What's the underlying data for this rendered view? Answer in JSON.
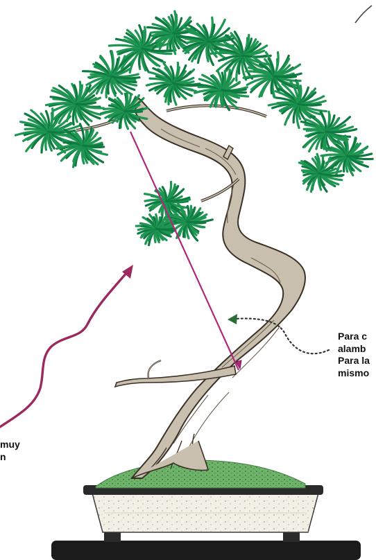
{
  "illustration": {
    "subject": "pine-bonsai-wiring-illustration",
    "colors": {
      "foliage": "#1e9652",
      "foliage_dark": "#0f7a40",
      "trunk": "#c9bfae",
      "bark_ink": "#3a3026",
      "guy_wire": "#b0287a",
      "arrow": "#9a2a5e",
      "soil": "#6fb36b",
      "pot_rim": "#2a2a2a",
      "pot_body": "#f2efe6",
      "stand": "#1b1b1b",
      "dotted_arrow": "#333333"
    },
    "icons": [
      "curved-arrow-icon",
      "dotted-arrow-icon"
    ]
  },
  "captions": {
    "right": [
      "Para c",
      "alamb",
      "Para la",
      "mismo"
    ],
    "left": [
      "muy",
      "n"
    ]
  }
}
